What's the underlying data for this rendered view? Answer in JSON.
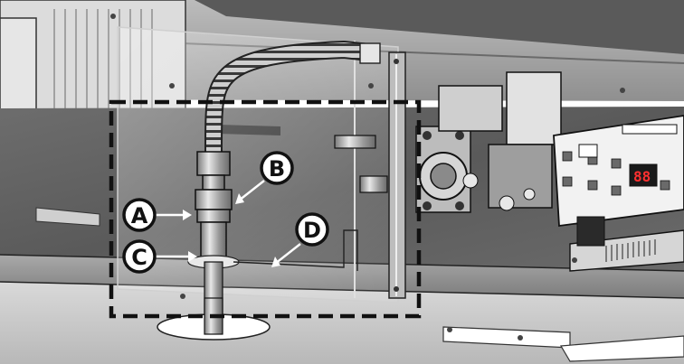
{
  "figure": {
    "callouts": [
      {
        "id": "A",
        "letter": "A"
      },
      {
        "id": "B",
        "letter": "B"
      },
      {
        "id": "C",
        "letter": "C"
      },
      {
        "id": "D",
        "letter": "D"
      }
    ],
    "display_readout": "88",
    "colors": {
      "outline": "#111111",
      "callout_fill": "#ffffff",
      "frame_dash": "#111111",
      "display_bg": "#1a1a1a",
      "display_digits": "#ff3030"
    }
  }
}
